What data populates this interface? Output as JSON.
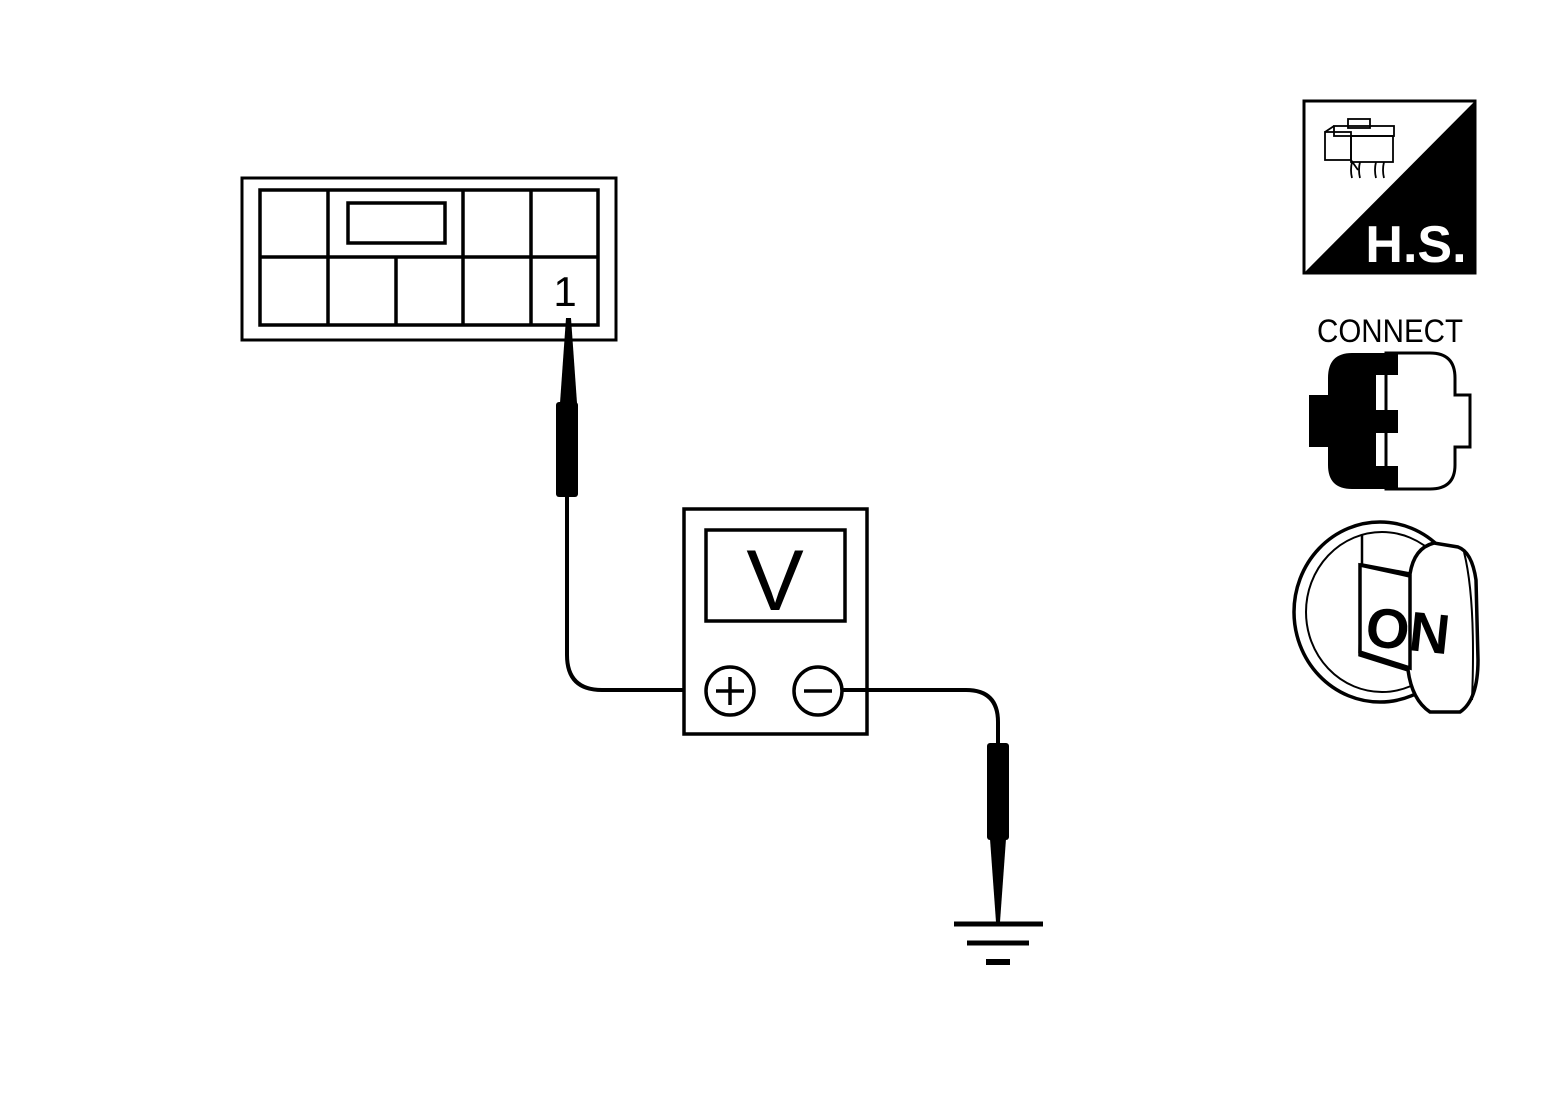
{
  "connector": {
    "pin_label": "1"
  },
  "meter": {
    "symbol": "V",
    "plus_symbol": "+",
    "minus_symbol": "−"
  },
  "icons": {
    "hs": {
      "text": "H.S.",
      "name": "harness-side-icon"
    },
    "connect": {
      "text": "CONNECT",
      "name": "connector-connect-icon"
    },
    "ignition": {
      "text": "ON",
      "name": "ignition-key-on-icon"
    }
  },
  "colors": {
    "ink": "#000000",
    "paper": "#ffffff"
  }
}
